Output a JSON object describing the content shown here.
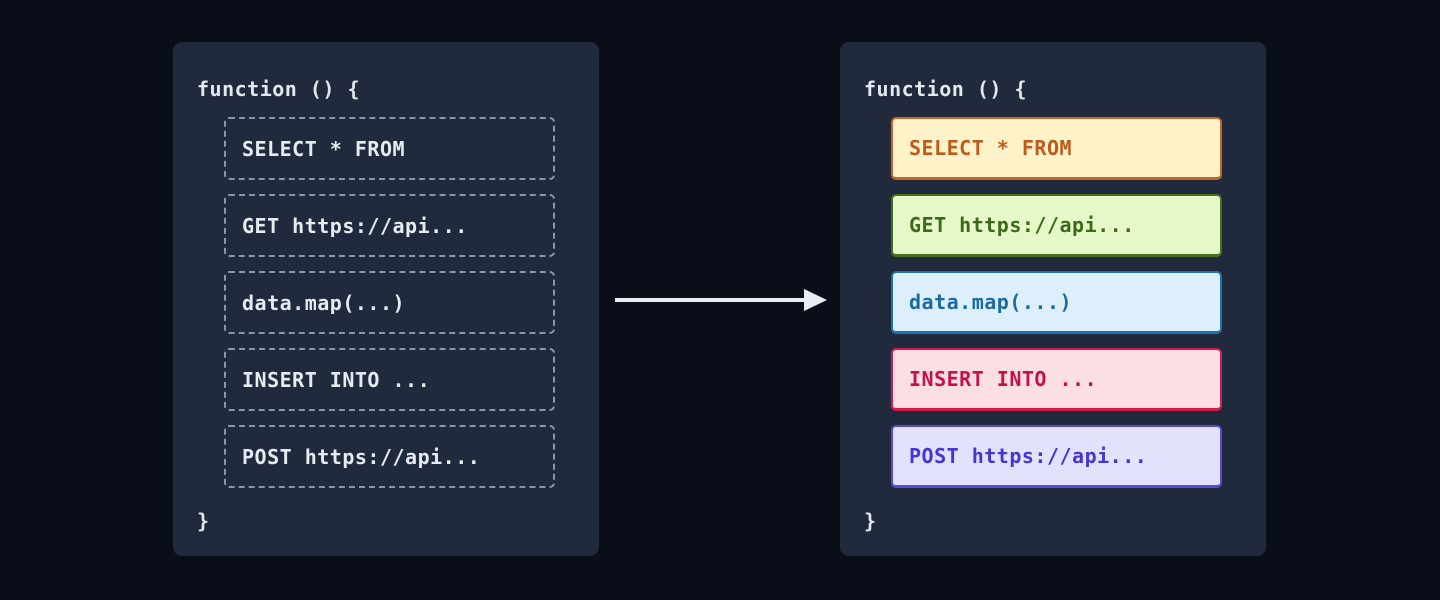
{
  "colors": {
    "page_bg": "#0a0e19",
    "panel_bg": "#202a3c",
    "panel_text": "#e3e8ef",
    "dashed_border": "#8c96a4",
    "dashed_text": "#e6ebf1",
    "arrow": "#e9ecf1"
  },
  "left_panel": {
    "header": "function () {",
    "footer": "}",
    "items": [
      {
        "label": "SELECT * FROM"
      },
      {
        "label": "GET https://api..."
      },
      {
        "label": "data.map(...)"
      },
      {
        "label": "INSERT INTO ..."
      },
      {
        "label": "POST https://api..."
      }
    ]
  },
  "right_panel": {
    "header": "function () {",
    "footer": "}",
    "items": [
      {
        "label": "SELECT * FROM",
        "bg": "#fdf2c8",
        "border": "#c2662a",
        "text": "#bf5a1e"
      },
      {
        "label": "GET https://api...",
        "bg": "#e6f8c8",
        "border": "#44701f",
        "text": "#3e691b"
      },
      {
        "label": "data.map(...)",
        "bg": "#ddeffb",
        "border": "#2073a8",
        "text": "#1a6ba3"
      },
      {
        "label": "INSERT INTO ...",
        "bg": "#fcdfe3",
        "border": "#d21c51",
        "text": "#c6114d"
      },
      {
        "label": "POST https://api...",
        "bg": "#e2e2fc",
        "border": "#554bd8",
        "text": "#4436d2"
      }
    ]
  }
}
